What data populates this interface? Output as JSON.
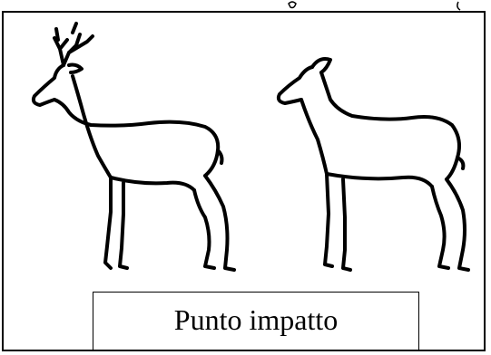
{
  "figure": {
    "animals": [
      {
        "kind": "roe-deer-buck",
        "icon": "deer-buck-outline-icon"
      },
      {
        "kind": "roe-deer-doe",
        "icon": "deer-doe-outline-icon"
      }
    ],
    "label": "Punto impatto",
    "stroke_color": "#000000",
    "background_color": "#ffffff"
  }
}
